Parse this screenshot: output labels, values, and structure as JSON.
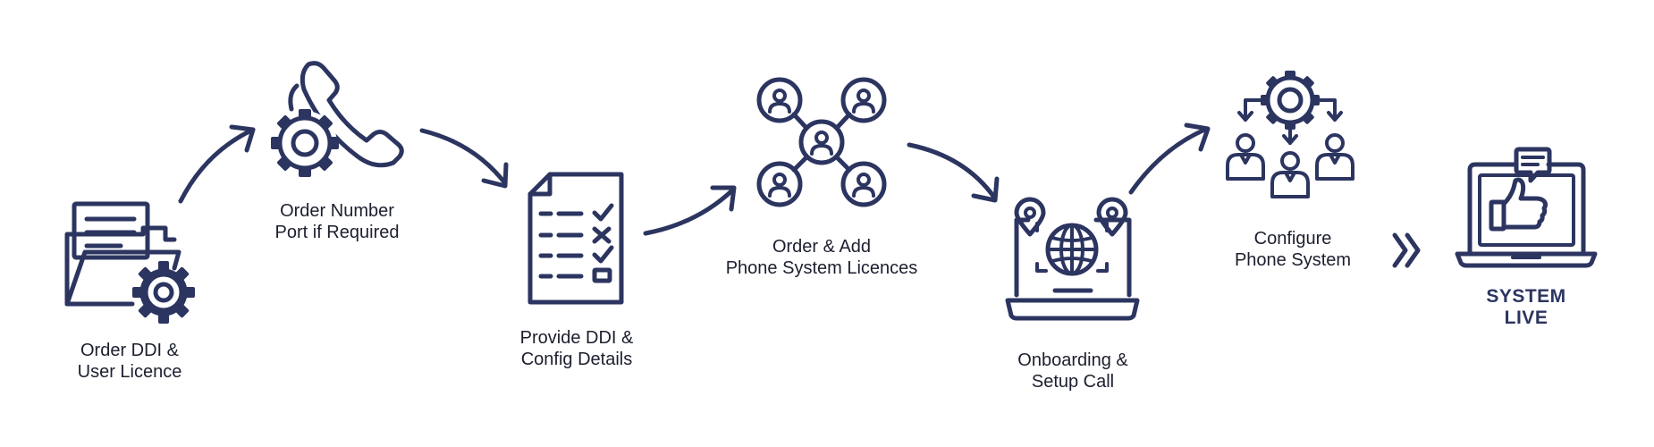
{
  "steps": [
    {
      "line1": "Order DDI &",
      "line2": "User Licence"
    },
    {
      "line1": "Order Number",
      "line2": "Port if Required"
    },
    {
      "line1": "Provide DDI &",
      "line2": "Config Details"
    },
    {
      "line1": "Order & Add",
      "line2": "Phone System Licences"
    },
    {
      "line1": "Onboarding &",
      "line2": "Setup Call"
    },
    {
      "line1": "Configure",
      "line2": "Phone System"
    },
    {
      "line1": "SYSTEM",
      "line2": "LIVE"
    }
  ],
  "colors": {
    "ink": "#2c3560",
    "text": "#1c1f2e",
    "background": "#ffffff"
  },
  "icons": [
    "folder-gear-icon",
    "phone-gear-icon",
    "checklist-document-icon",
    "user-network-icon",
    "laptop-globe-icon",
    "gear-hierarchy-icon",
    "laptop-thumbs-up-icon"
  ]
}
